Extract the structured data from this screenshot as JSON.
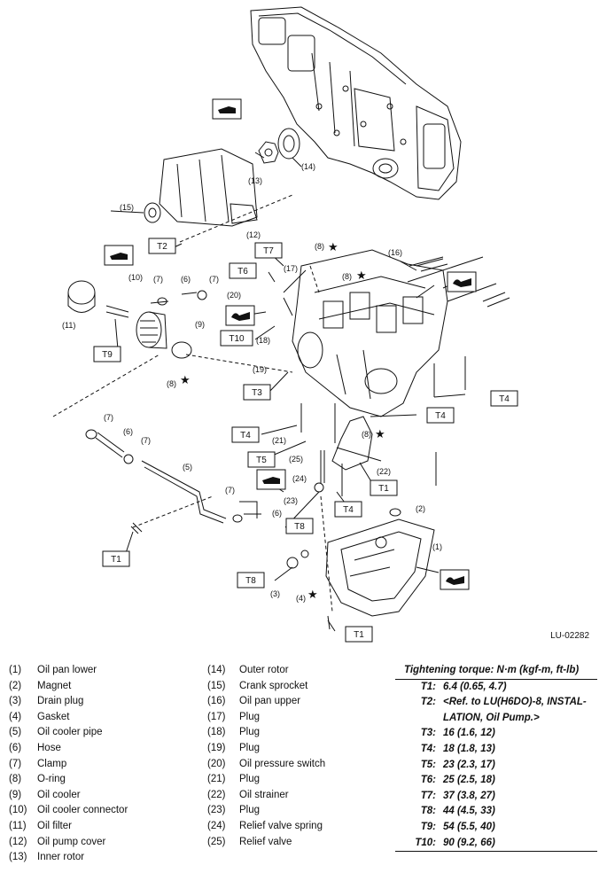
{
  "figure_id": "LU-02282",
  "callouts": {
    "c1": "(1)",
    "c2": "(2)",
    "c3": "(3)",
    "c4": "(4)",
    "c5": "(5)",
    "c6a": "(6)",
    "c6b": "(6)",
    "c6c": "(6)",
    "c7a": "(7)",
    "c7b": "(7)",
    "c7c": "(7)",
    "c7d": "(7)",
    "c7e": "(7)",
    "c8a": "(8)",
    "c8b": "(8)",
    "c8c": "(8)",
    "c8d": "(8)",
    "c9": "(9)",
    "c10": "(10)",
    "c11": "(11)",
    "c12": "(12)",
    "c13": "(13)",
    "c14": "(14)",
    "c15": "(15)",
    "c16": "(16)",
    "c17": "(17)",
    "c18": "(18)",
    "c19": "(19)",
    "c20": "(20)",
    "c21": "(21)",
    "c22": "(22)",
    "c23": "(23)",
    "c24": "(24)",
    "c25": "(25)"
  },
  "torque_labels": {
    "T1a": "T1",
    "T1b": "T1",
    "T1c": "T1",
    "T2": "T2",
    "T3": "T3",
    "T4a": "T4",
    "T4b": "T4",
    "T4c": "T4",
    "T4d": "T4",
    "T5": "T5",
    "T6": "T6",
    "T7": "T7",
    "T8a": "T8",
    "T8b": "T8",
    "T9": "T9",
    "T10": "T10"
  },
  "star_symbol": "★",
  "legend_left": [
    {
      "num": "(1)",
      "name": "Oil pan lower"
    },
    {
      "num": "(2)",
      "name": "Magnet"
    },
    {
      "num": "(3)",
      "name": "Drain plug"
    },
    {
      "num": "(4)",
      "name": "Gasket"
    },
    {
      "num": "(5)",
      "name": "Oil cooler pipe"
    },
    {
      "num": "(6)",
      "name": "Hose"
    },
    {
      "num": "(7)",
      "name": "Clamp"
    },
    {
      "num": "(8)",
      "name": "O-ring"
    },
    {
      "num": "(9)",
      "name": "Oil cooler"
    },
    {
      "num": "(10)",
      "name": "Oil cooler connector"
    },
    {
      "num": "(11)",
      "name": "Oil filter"
    },
    {
      "num": "(12)",
      "name": "Oil pump cover"
    },
    {
      "num": "(13)",
      "name": "Inner rotor"
    }
  ],
  "legend_mid": [
    {
      "num": "(14)",
      "name": "Outer rotor"
    },
    {
      "num": "(15)",
      "name": "Crank sprocket"
    },
    {
      "num": "(16)",
      "name": "Oil pan upper"
    },
    {
      "num": "(17)",
      "name": "Plug"
    },
    {
      "num": "(18)",
      "name": "Plug"
    },
    {
      "num": "(19)",
      "name": "Plug"
    },
    {
      "num": "(20)",
      "name": "Oil pressure switch"
    },
    {
      "num": "(21)",
      "name": "Plug"
    },
    {
      "num": "(22)",
      "name": "Oil strainer"
    },
    {
      "num": "(23)",
      "name": "Plug"
    },
    {
      "num": "(24)",
      "name": "Relief valve spring"
    },
    {
      "num": "(25)",
      "name": "Relief valve"
    }
  ],
  "torque": {
    "title": "Tightening torque: N·m (kgf-m, ft-lb)",
    "rows": [
      {
        "key": "T1:",
        "value": "6.4 (0.65, 4.7)"
      },
      {
        "key": "T2:",
        "value": "<Ref. to LU(H6DO)-8, INSTAL-LATION, Oil Pump.>"
      },
      {
        "key": "T3:",
        "value": "16 (1.6, 12)"
      },
      {
        "key": "T4:",
        "value": "18 (1.8, 13)"
      },
      {
        "key": "T5:",
        "value": "23 (2.3, 17)"
      },
      {
        "key": "T6:",
        "value": "25 (2.5, 18)"
      },
      {
        "key": "T7:",
        "value": "37 (3.8, 27)"
      },
      {
        "key": "T8:",
        "value": "44 (4.5, 33)"
      },
      {
        "key": "T9:",
        "value": "54 (5.5, 40)"
      },
      {
        "key": "T10:",
        "value": "90 (9.2, 66)"
      }
    ]
  }
}
